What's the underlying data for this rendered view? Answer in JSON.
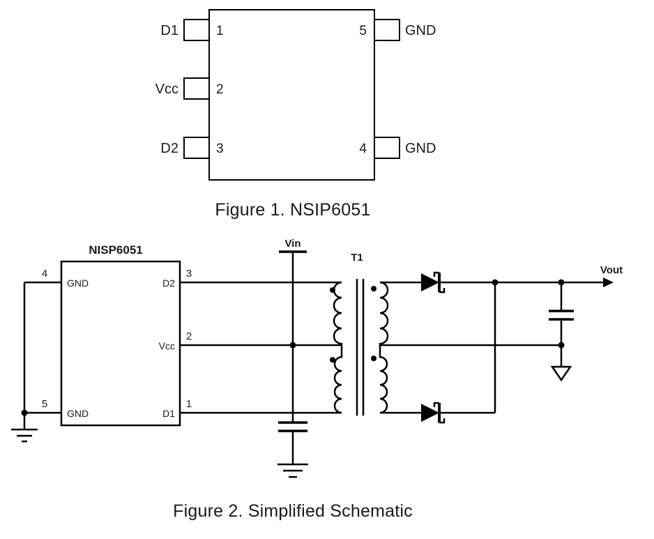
{
  "colors": {
    "background": "#ffffff",
    "line": "#000000",
    "text": "#1c1c1c"
  },
  "figure1": {
    "caption": "Figure 1. NSIP6051",
    "left_pins": [
      {
        "number": "1",
        "label": "D1"
      },
      {
        "number": "2",
        "label": "Vcc"
      },
      {
        "number": "3",
        "label": "D2"
      }
    ],
    "right_pins": [
      {
        "number": "5",
        "label": "GND"
      },
      {
        "number": "4",
        "label": "GND"
      }
    ]
  },
  "figure2": {
    "caption": "Figure 2. Simplified Schematic",
    "ic": {
      "title": "NISP6051",
      "left_pins": [
        {
          "number": "4",
          "label": "GND"
        },
        {
          "number": "5",
          "label": "GND"
        }
      ],
      "right_pins": [
        {
          "number": "3",
          "label": "D2"
        },
        {
          "number": "2",
          "label": "Vcc"
        },
        {
          "number": "1",
          "label": "D1"
        }
      ]
    },
    "nets": {
      "vin": "Vin",
      "transformer": "T1",
      "vout": "Vout"
    }
  }
}
